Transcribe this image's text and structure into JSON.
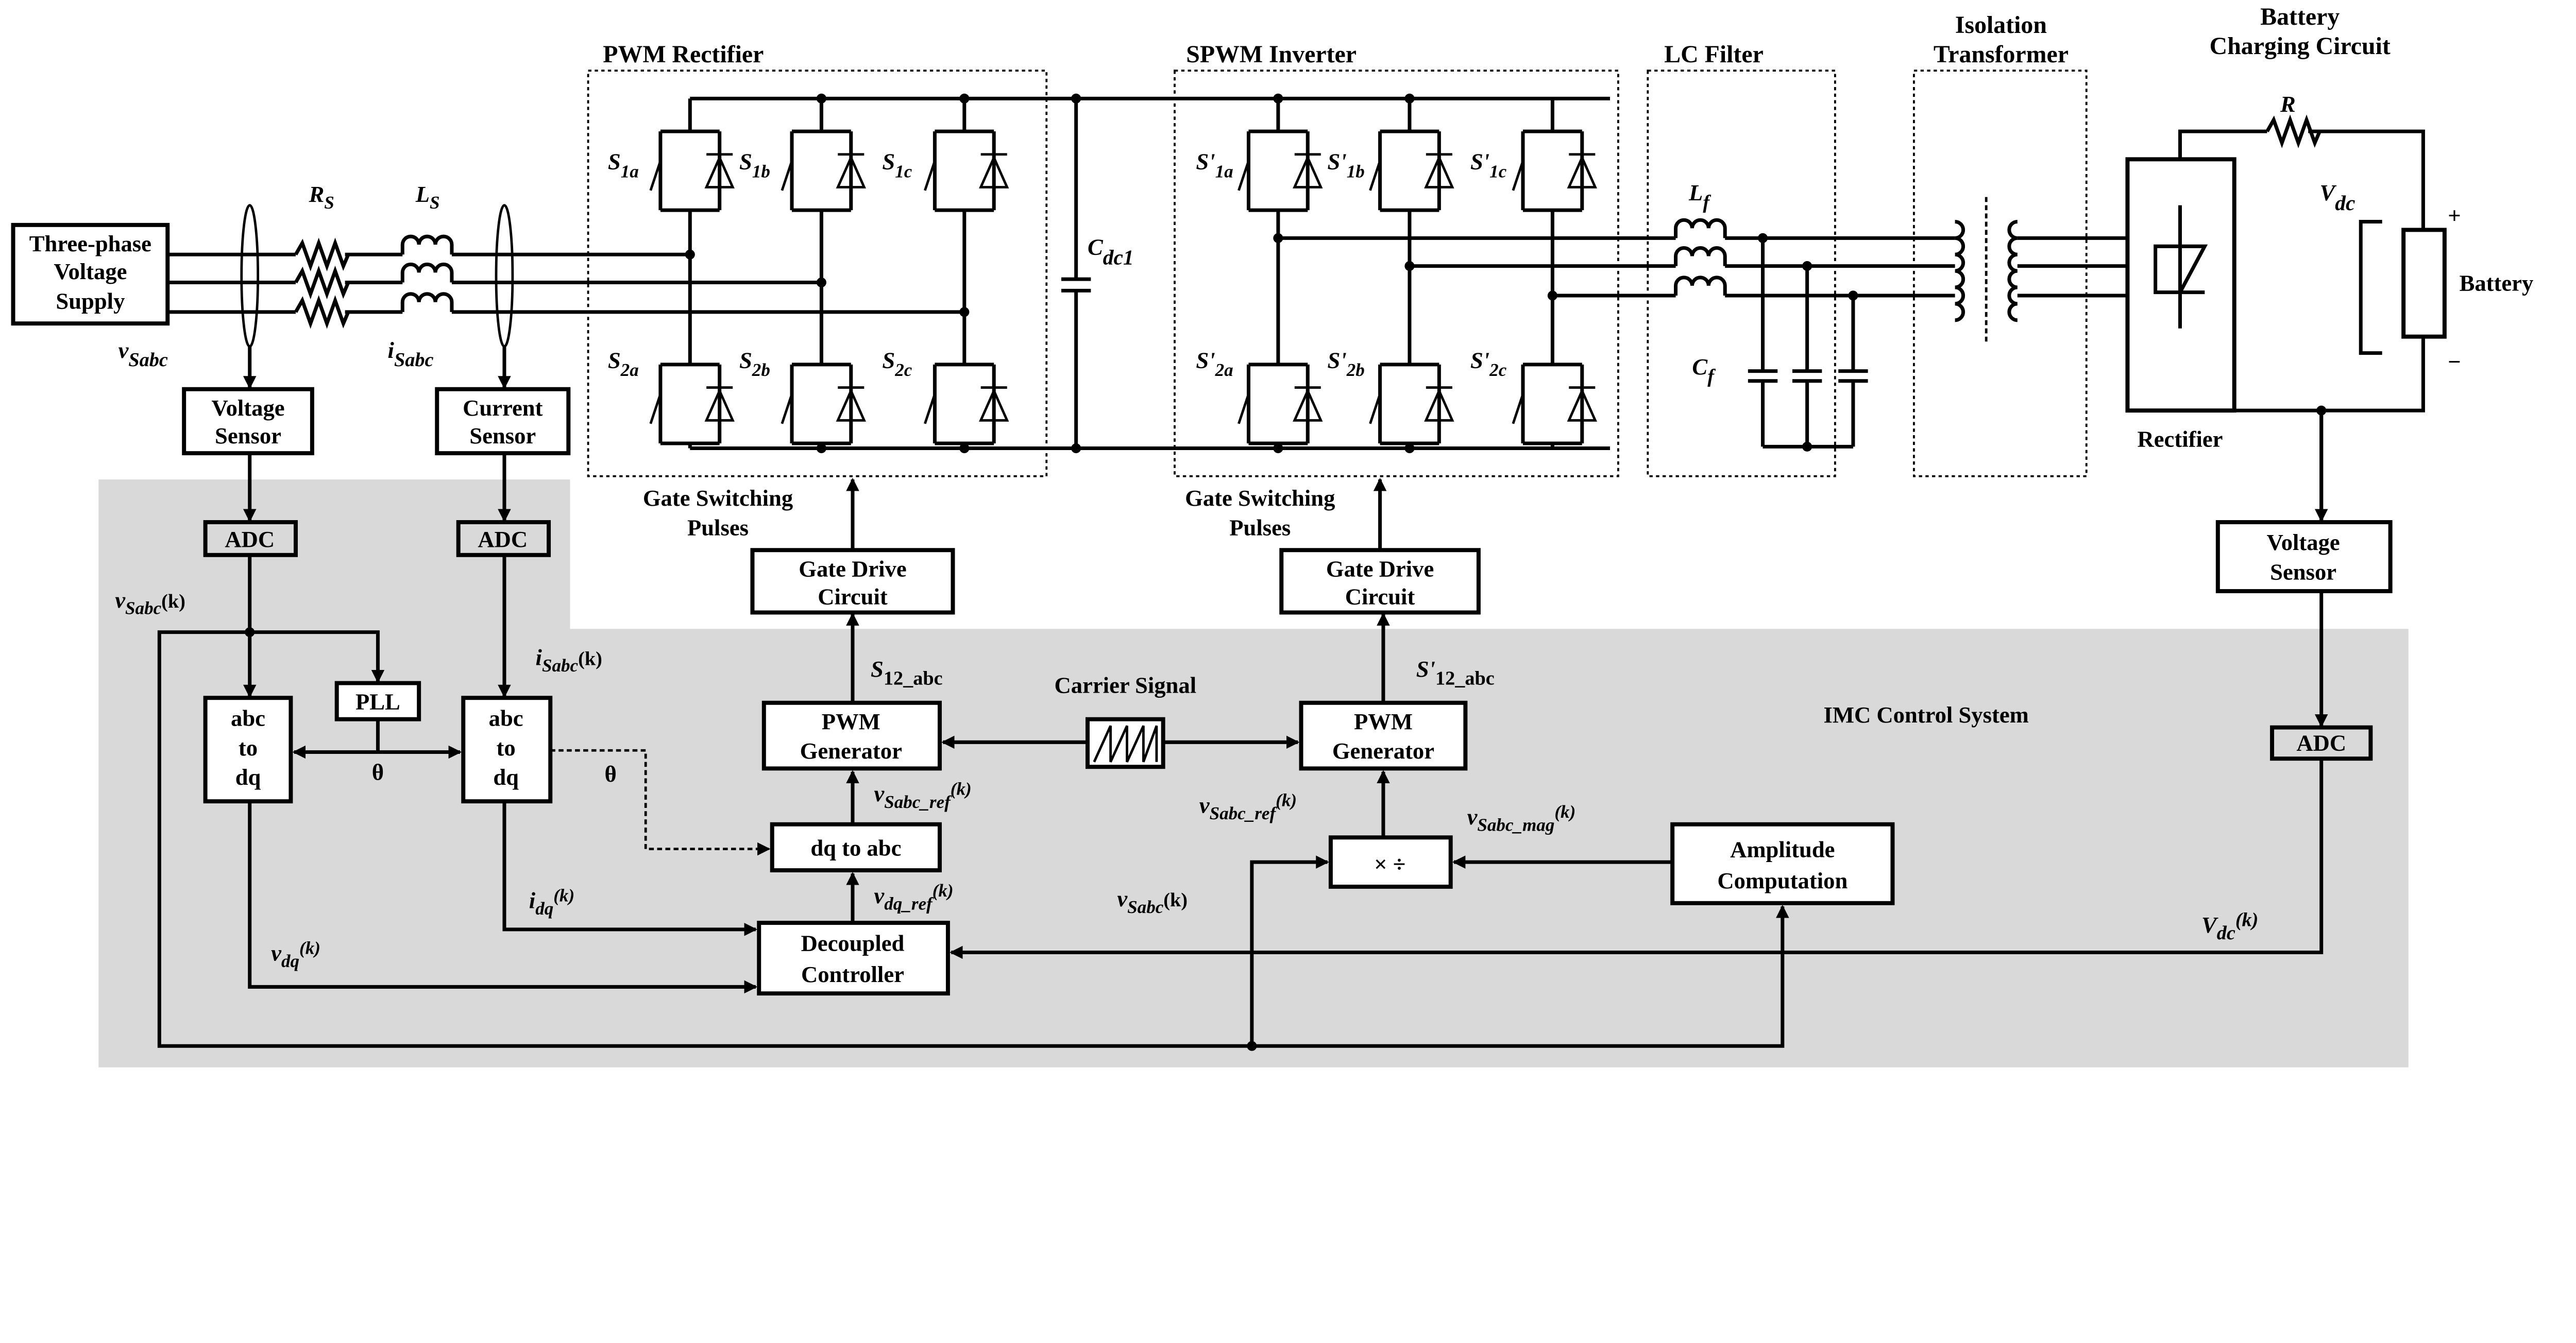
{
  "colors": {
    "control_area": "#d9d9d9",
    "line": "#000000",
    "background": "#ffffff"
  },
  "blocks": {
    "supply": [
      "Three-phase",
      "Voltage",
      "Supply"
    ],
    "voltage_sensor": [
      "Voltage",
      "Sensor"
    ],
    "current_sensor": [
      "Current",
      "Sensor"
    ],
    "adc": "ADC",
    "pll": "PLL",
    "abc_to_dq": [
      "abc",
      "to",
      "dq"
    ],
    "gate_drive": [
      "Gate Drive",
      "Circuit"
    ],
    "pwm_generator": [
      "PWM",
      "Generator"
    ],
    "dq_to_abc": "dq to abc",
    "decoupled_controller": [
      "Decoupled",
      "Controller"
    ],
    "amplitude_computation": [
      "Amplitude",
      "Computation"
    ],
    "multiplier_divider": "×  ÷",
    "right_voltage_sensor": [
      "Voltage",
      "Sensor"
    ]
  },
  "sections": {
    "pwm_rectifier": "PWM Rectifier",
    "spwm_inverter": "SPWM Inverter",
    "lc_filter": "LC Filter",
    "isolation_transformer": [
      "Isolation",
      "Transformer"
    ],
    "battery_charging": [
      "Battery",
      "Charging Circuit"
    ],
    "rectifier": "Rectifier",
    "battery": "Battery",
    "imc": "IMC Control System",
    "carrier_signal": "Carrier Signal",
    "gate_pulses": [
      "Gate Switching",
      "Pulses"
    ]
  },
  "labels": {
    "Rs": {
      "main": "R",
      "sub": "S"
    },
    "Ls": {
      "main": "L",
      "sub": "S"
    },
    "vSabc": {
      "main": "v",
      "sub": "Sabc"
    },
    "iSabc": {
      "main": "i",
      "sub": "Sabc"
    },
    "vSabc_k": {
      "main": "v",
      "sub": "Sabc",
      "sup": "(k)"
    },
    "iSabc_k": {
      "main": "i",
      "sub": "Sabc",
      "sup": "(k)"
    },
    "theta": "θ",
    "Cdc1": {
      "main": "C",
      "sub": "dc1"
    },
    "S1a": {
      "main": "S",
      "sub": "1a"
    },
    "S1b": {
      "main": "S",
      "sub": "1b"
    },
    "S1c": {
      "main": "S",
      "sub": "1c"
    },
    "S2a": {
      "main": "S",
      "sub": "2a"
    },
    "S2b": {
      "main": "S",
      "sub": "2b"
    },
    "S2c": {
      "main": "S",
      "sub": "2c"
    },
    "Sp1a": {
      "main": "S'",
      "sub": "1a"
    },
    "Sp1b": {
      "main": "S'",
      "sub": "1b"
    },
    "Sp1c": {
      "main": "S'",
      "sub": "1c"
    },
    "Sp2a": {
      "main": "S'",
      "sub": "2a"
    },
    "Sp2b": {
      "main": "S'",
      "sub": "2b"
    },
    "Sp2c": {
      "main": "S'",
      "sub": "2c"
    },
    "Lf": {
      "main": "L",
      "sub": "f"
    },
    "Cf": {
      "main": "C",
      "sub": "f"
    },
    "R": "R",
    "Vdc": {
      "main": "V",
      "sub": "dc"
    },
    "plus": "+",
    "minus": "−",
    "S12": {
      "main": "S",
      "sub": "12_abc"
    },
    "Sp12": {
      "main": "S'",
      "sub": "12_abc"
    },
    "vSabc_ref": {
      "main": "v",
      "sub": "Sabc_ref",
      "sup": "(k)"
    },
    "vdq_ref": {
      "main": "v",
      "sub": "dq_ref",
      "sup": "(k)"
    },
    "vSabc_mag": {
      "main": "v",
      "sub": "Sabc_mag",
      "sup": "(k)"
    },
    "idq": {
      "main": "i",
      "sub": "dq",
      "sup": "(k)"
    },
    "vdq": {
      "main": "v",
      "sub": "dq",
      "sup": "(k)"
    },
    "Vdc_k": {
      "main": "V",
      "sub": "dc",
      "sup": "(k)"
    }
  }
}
